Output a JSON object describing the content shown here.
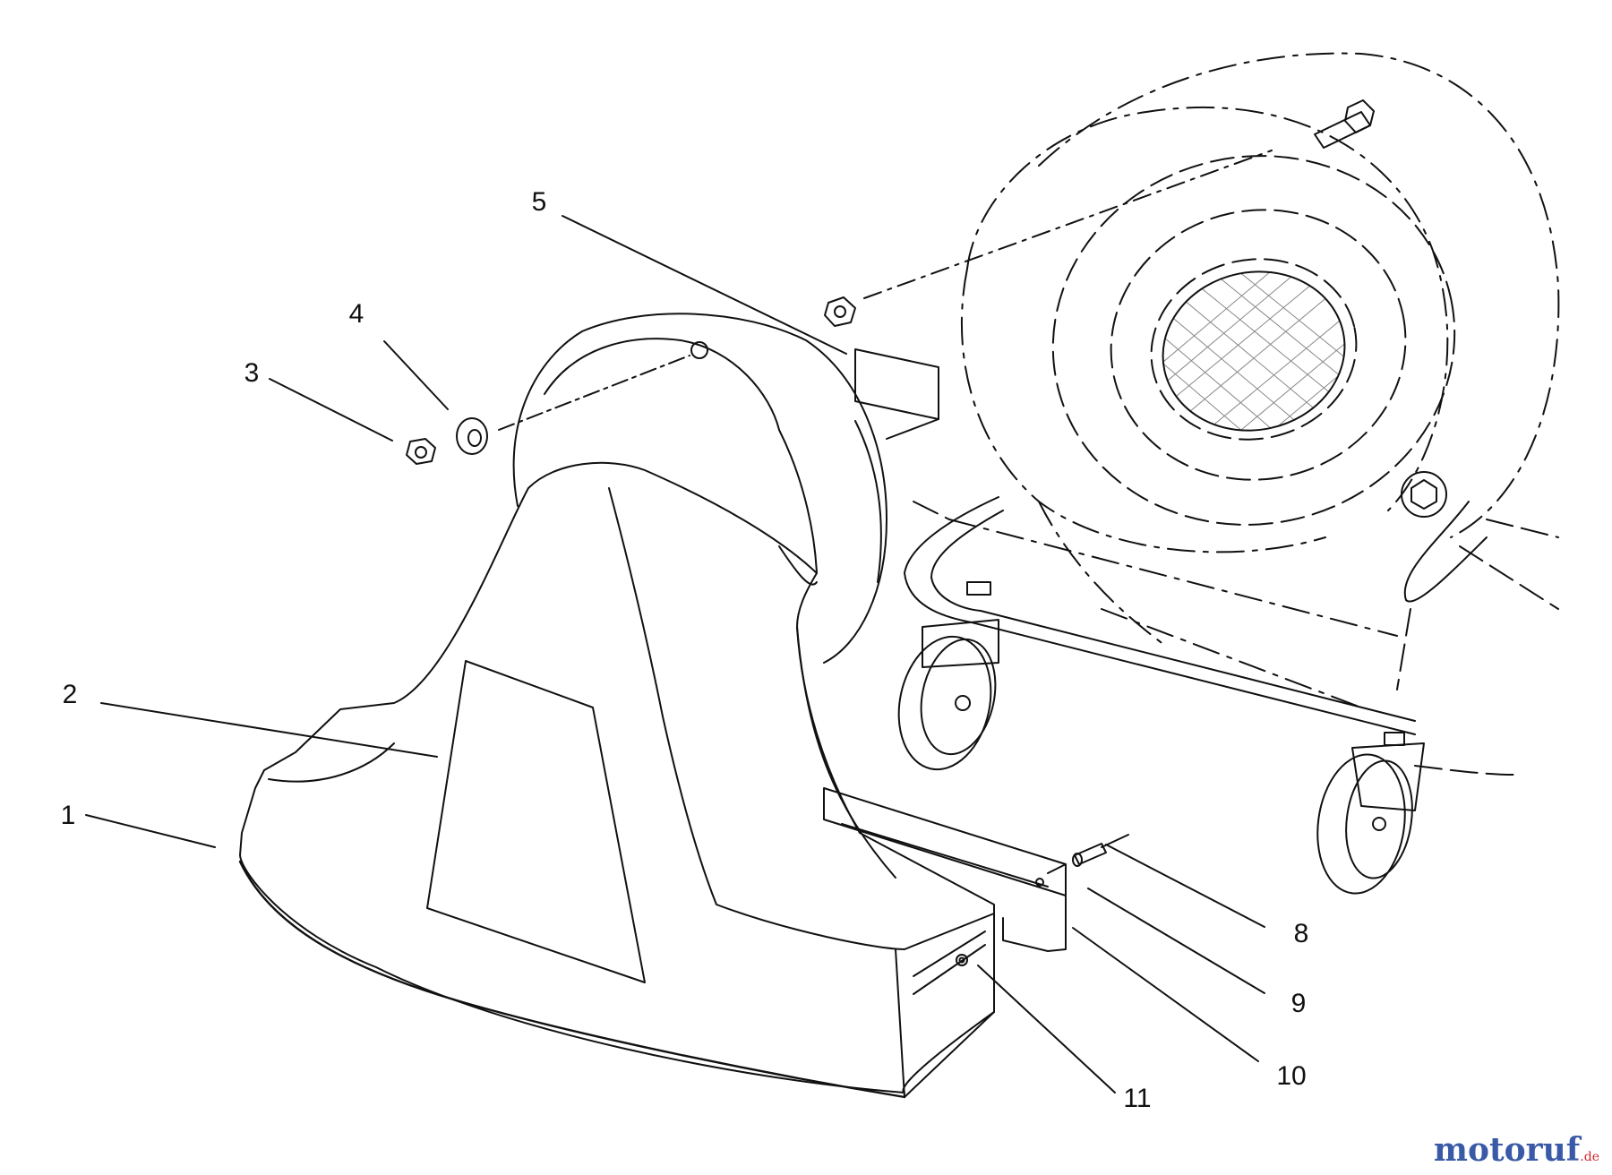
{
  "callouts": {
    "c1": "1",
    "c2": "2",
    "c3": "3",
    "c4": "4",
    "c5": "5",
    "c8": "8",
    "c9": "9",
    "c10": "10",
    "c11": "11"
  },
  "watermark": {
    "main": "motoruf",
    "sub": ".de"
  },
  "colors": {
    "line": "#111111",
    "watermark_main": "#3a5aa8",
    "watermark_sub": "#d2232a"
  }
}
